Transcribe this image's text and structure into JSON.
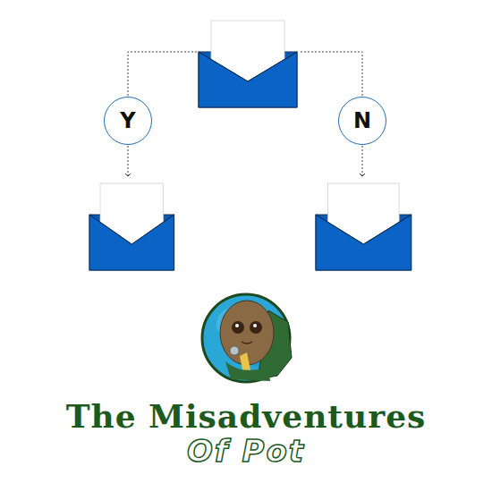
{
  "diagram": {
    "nodes": [
      {
        "text": [
          "Y"
        ]
      },
      {
        "text": [
          "N"
        ]
      }
    ],
    "labels": [
      "The Misadventures",
      "Of Pot"
    ]
  }
}
